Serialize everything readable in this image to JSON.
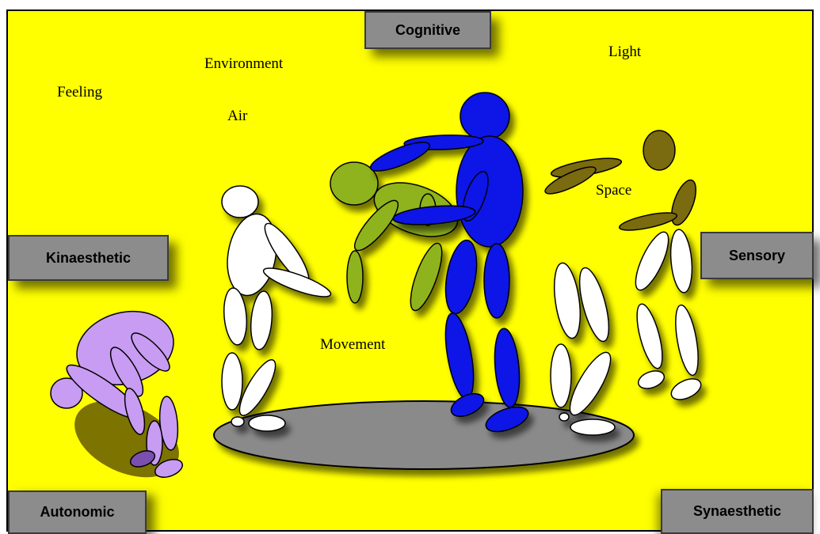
{
  "labels": {
    "cognitive": "Cognitive",
    "kinaesthetic": "Kinaesthetic",
    "sensory": "Sensory",
    "autonomic": "Autonomic",
    "synaesthetic": "Synaesthetic"
  },
  "words": {
    "environment": "Environment",
    "feeling": "Feeling",
    "air": "Air",
    "light": "Light",
    "space": "Space",
    "movement": "Movement"
  },
  "colors": {
    "background": "#ffff00",
    "label_box": "#8c8c8c",
    "stage_platform": "#8a8a8a",
    "figure_white": "#ffffff",
    "figure_green": "#8fb31a",
    "figure_blue": "#0a14e6",
    "figure_olive": "#7a6a10",
    "figure_purple": "#c79cf2"
  }
}
